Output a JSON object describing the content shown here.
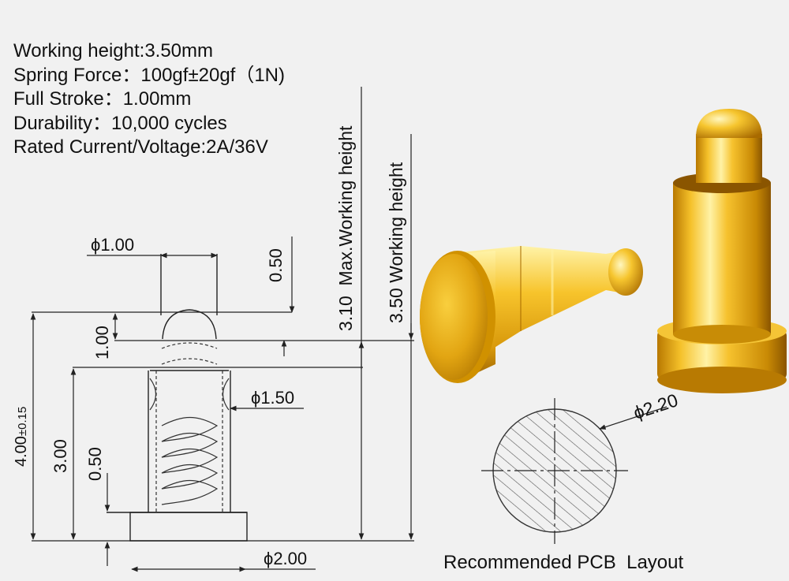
{
  "specs": [
    "Working height:3.50mm",
    "Spring Force：100gf±20gf（1N)",
    "Full Stroke：1.00mm",
    "Durability：10,000 cycles",
    "Rated Current/Voltage:2A/36V"
  ],
  "dimensions": {
    "tip_diameter": "ϕ1.00",
    "tip_offset": "0.50",
    "tip_length": "1.00",
    "barrel_diameter": "ϕ1.50",
    "total_height": "4.00",
    "total_tolerance": "±0.15",
    "barrel_height": "3.00",
    "flange_height": "0.50",
    "flange_diameter": "ϕ2.00",
    "max_working_height": "3.10  Max.Working height",
    "working_height": "3.50 Working height"
  },
  "pcb_layout": {
    "diameter": "ϕ2.20",
    "caption": "Recommended PCB  Layout"
  },
  "colors": {
    "background": "#f1f1f1",
    "line": "#222222",
    "gold_light": "#fff1a0",
    "gold_mid": "#f0b81a",
    "gold_dark": "#a86a00"
  }
}
